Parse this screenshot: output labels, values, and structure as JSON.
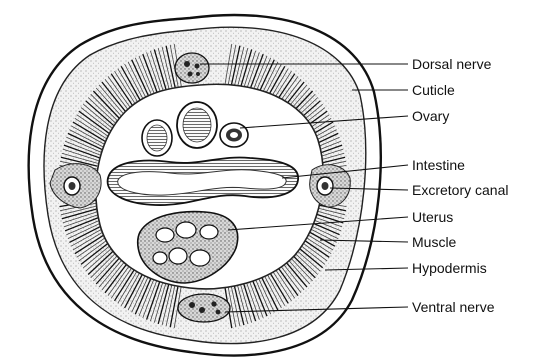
{
  "labels": [
    {
      "key": "dorsal_nerve",
      "text": "Dorsal nerve"
    },
    {
      "key": "cuticle",
      "text": "Cuticle"
    },
    {
      "key": "ovary",
      "text": "Ovary"
    },
    {
      "key": "intestine",
      "text": "Intestine"
    },
    {
      "key": "excretory_canal",
      "text": "Excretory canal"
    },
    {
      "key": "uterus",
      "text": "Uterus"
    },
    {
      "key": "muscle",
      "text": "Muscle"
    },
    {
      "key": "hypodermis",
      "text": "Hypodermis"
    },
    {
      "key": "ventral_nerve",
      "text": "Ventral nerve"
    }
  ]
}
